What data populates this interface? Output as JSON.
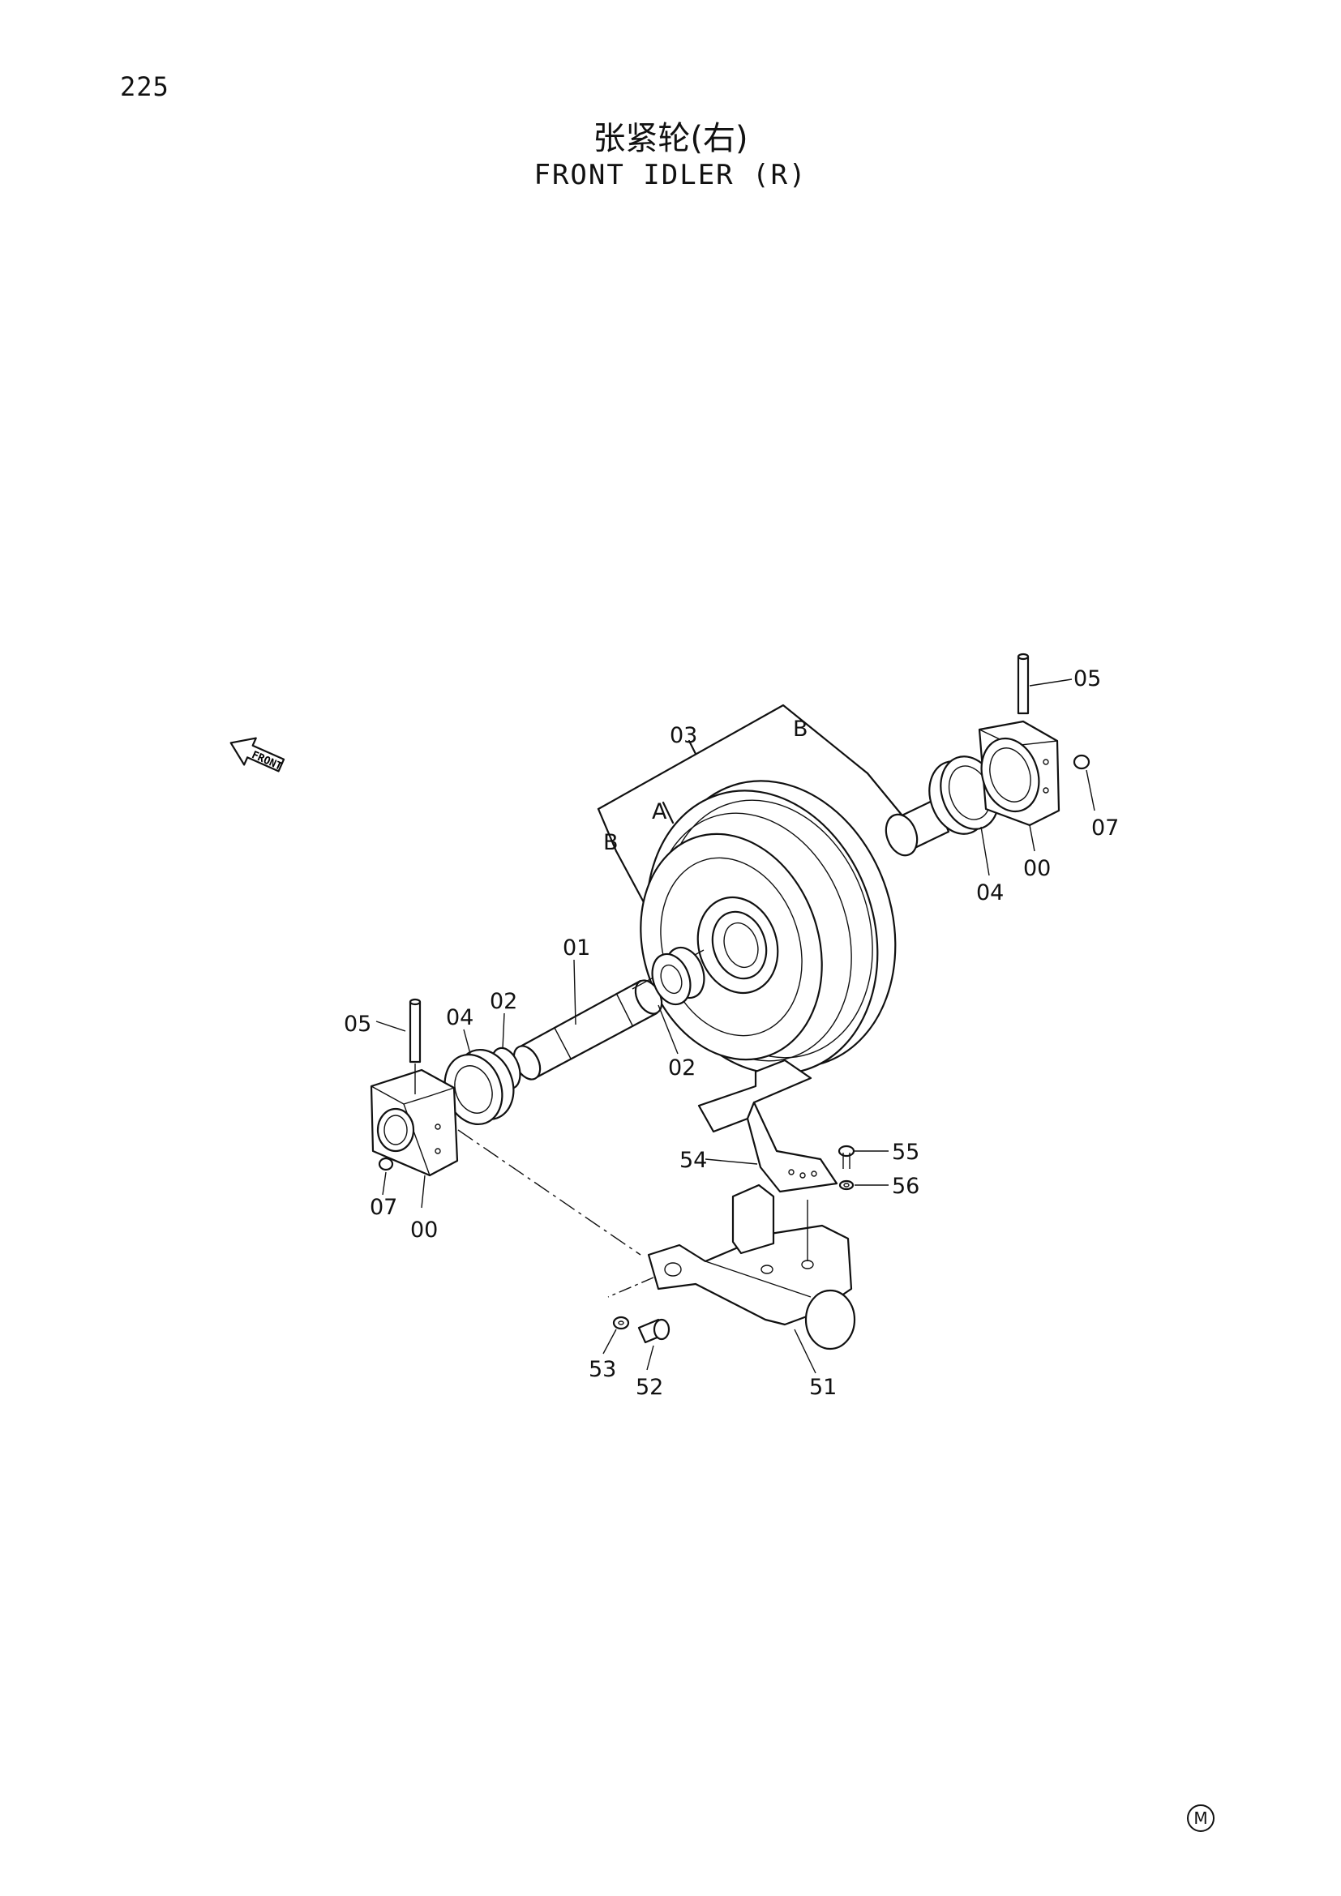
{
  "page_number": "225",
  "title_cn": "张紧轮(右)",
  "title_en": "FRONT IDLER (R)",
  "front_arrow_label": "FRONT",
  "mark_symbol": "M",
  "callouts": {
    "c_03": "03",
    "c_B_top": "B",
    "c_05_right": "05",
    "c_07_right": "07",
    "c_00_right": "00",
    "c_04_right": "04",
    "c_A": "A",
    "c_B_left": "B",
    "c_01": "01",
    "c_02_top": "02",
    "c_04_left": "04",
    "c_05_left": "05",
    "c_02_bottom": "02",
    "c_07_left": "07",
    "c_00_left": "00",
    "c_54": "54",
    "c_55": "55",
    "c_56": "56",
    "c_53": "53",
    "c_52": "52",
    "c_51": "51"
  }
}
